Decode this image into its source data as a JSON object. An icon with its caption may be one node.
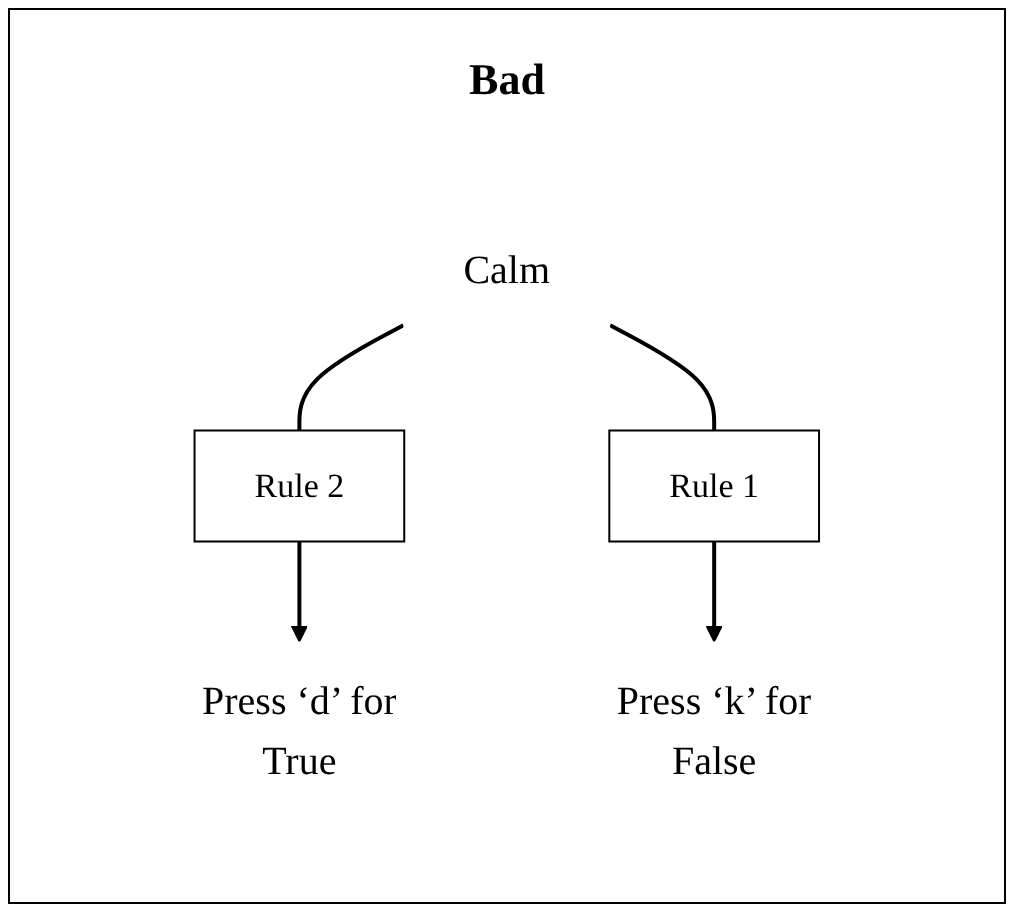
{
  "diagram": {
    "title": "Bad",
    "nodes": [
      {
        "text": [
          "Calm"
        ]
      },
      {
        "text": [
          "Rule 2"
        ]
      },
      {
        "text": [
          "Rule 1"
        ]
      },
      {
        "text": [
          "Press ‘d’ for",
          "True"
        ]
      },
      {
        "text": [
          "Press ‘k’ for",
          "False"
        ]
      }
    ],
    "edges": [
      {
        "from": 0,
        "to": 1,
        "arrow": "none"
      },
      {
        "from": 0,
        "to": 2,
        "arrow": "none"
      },
      {
        "from": 1,
        "to": 3,
        "arrow": "to"
      },
      {
        "from": 2,
        "to": 4,
        "arrow": "to"
      }
    ]
  }
}
